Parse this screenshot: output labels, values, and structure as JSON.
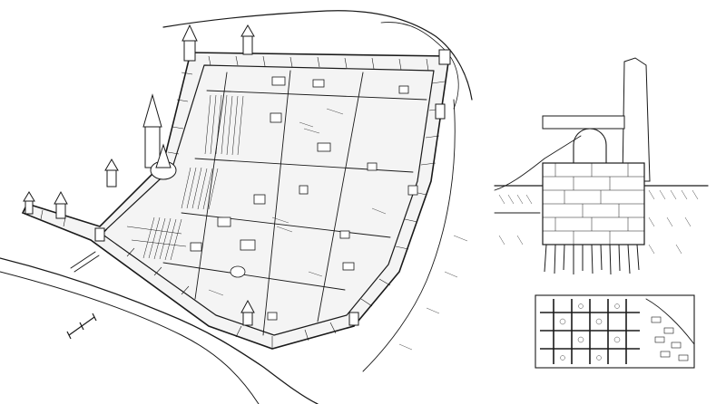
{
  "figure": {
    "left_panel": {
      "subject": "fortress-plan-bird-eye-view",
      "colors": {
        "ink": "#1a1a1a",
        "paper": "#ffffff",
        "wall_fill": "#f4f4f4"
      }
    },
    "right_top_panel": {
      "subject": "wall-cross-section"
    },
    "right_bottom_panel": {
      "subject": "wall-foundation-grid"
    },
    "scale_bar": {
      "subject": "scale-bar-icon"
    }
  }
}
